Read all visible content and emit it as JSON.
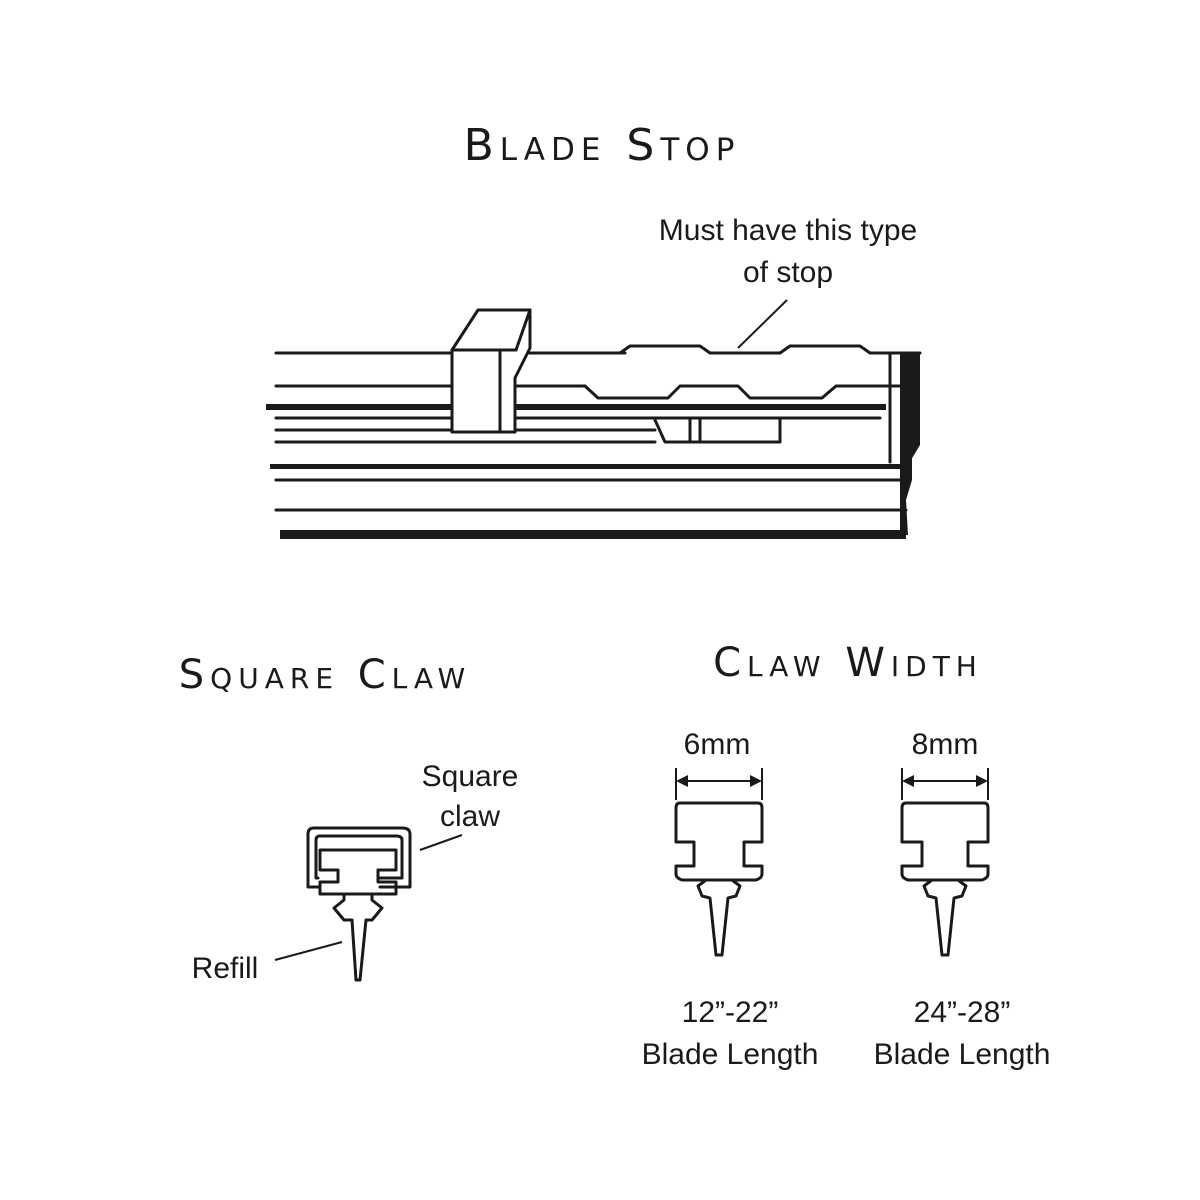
{
  "blade_stop": {
    "title": "Blade Stop",
    "callout_line1": "Must have this type",
    "callout_line2": "of stop"
  },
  "square_claw": {
    "title": "Square Claw",
    "claw_label_line1": "Square",
    "claw_label_line2": "claw",
    "refill_label": "Refill"
  },
  "claw_width": {
    "title": "Claw Width",
    "items": [
      {
        "width": "6mm",
        "length_range": "12”-22”",
        "length_label": "Blade Length"
      },
      {
        "width": "8mm",
        "length_range": "24”-28”",
        "length_label": "Blade Length"
      }
    ]
  }
}
